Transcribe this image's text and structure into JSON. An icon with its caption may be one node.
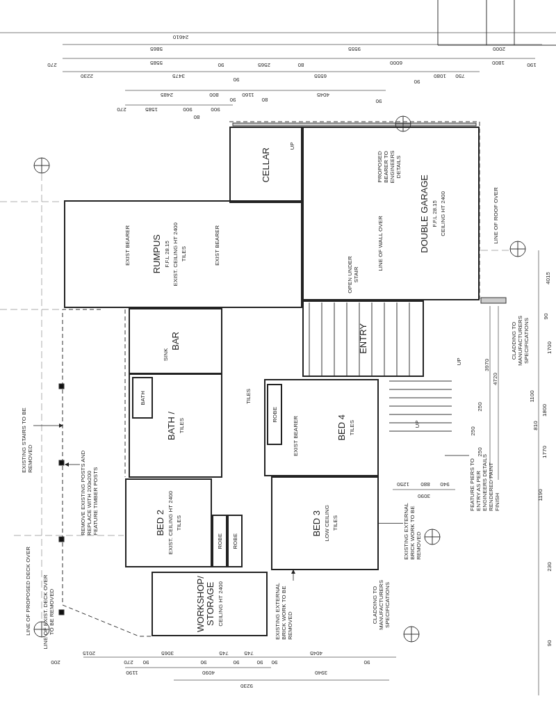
{
  "diagram": {
    "nodes": [
      {
        "text": [
          "CELLAR"
        ]
      },
      {
        "text": [
          "DOUBLE GARAGE",
          "F.F.L 28.15",
          "CEILING HT 2400"
        ]
      },
      {
        "text": [
          "RUMPUS",
          "F.F.L 28.15",
          "EXIST. CEILING HT 2400",
          "TILES"
        ]
      },
      {
        "text": [
          "BAR"
        ]
      },
      {
        "text": [
          "ENTRY"
        ]
      },
      {
        "text": [
          "BED 4",
          "TILES"
        ]
      },
      {
        "text": [
          "ROBE"
        ],
        "in": 5
      },
      {
        "text": [
          "BATH /",
          "TILES"
        ]
      },
      {
        "text": [
          "BATH"
        ],
        "in": 7
      },
      {
        "text": [
          "BED 3",
          "LOW CEILING",
          "TILES"
        ]
      },
      {
        "text": [
          "BED 2",
          "EXIST. CEILING HT 2400",
          "TILES"
        ]
      },
      {
        "text": [
          "ROBE"
        ]
      },
      {
        "text": [
          "ROBE"
        ]
      },
      {
        "text": [
          "WORKSHOP/ STORAGE",
          "CEILING HT 2400"
        ]
      },
      {
        "text": [
          "EXISTING STAIRS TO BE REMOVED"
        ]
      },
      {
        "text": [
          "REMOVE EXISTING POSTS AND REPLACE WITH 200x200 FEATURE TIMBER POSTS"
        ]
      },
      {
        "text": [
          "EXISTING EXTERNAL BRICK WORK TO BE REMOVED"
        ]
      },
      {
        "text": [
          "EXISTING EXTERNAL BRICK WORK TO BE REMOVED"
        ]
      },
      {
        "text": [
          "FEATURE PIERS TO ENTRY AS PER ENGINEERS DETAILS RENDERED PAINT FINISH"
        ]
      }
    ],
    "edges": [
      {
        "from": 14,
        "to": null,
        "arrow": "to"
      },
      {
        "from": 15,
        "to": null,
        "arrow": "to"
      },
      {
        "from": 16,
        "to": 9,
        "arrow": "to"
      },
      {
        "from": 17,
        "to": 9,
        "arrow": "none"
      },
      {
        "from": 18,
        "to": null,
        "arrow": "none"
      }
    ],
    "labels": [
      "24610",
      "5865",
      "9555",
      "2000",
      "270",
      "5585",
      "90",
      "2565",
      "80",
      "6000",
      "1800",
      "190",
      "2230",
      "3475",
      "90",
      "6555",
      "90",
      "1080",
      "750",
      "2485",
      "800",
      "1160",
      "4045",
      "270",
      "1585",
      "900",
      "900",
      "90",
      "80",
      "90",
      "80",
      "EXIST BEARER",
      "EXIST BEARER",
      "UP",
      "OPEN UNDER STAIR",
      "LINE OF WALL OVER",
      "PROPOSED BEARER TO ENGINEERS DETAILS",
      "LINE OF ROOF OVER",
      "SINK",
      "UP",
      "CLADDING TO MANUFACTURERS SPECIFICATIONS",
      "TILES",
      "EXIST BEARER",
      "UP",
      "LINE OF PROPOSED DECK OVER",
      "LINE OF EXIST. DECK OVER TO BE REMOVED",
      "CLADDING TO MANUFACTURERS SPECIFICATIONS",
      "4015",
      "90",
      "1700",
      "3970",
      "4720",
      "1100",
      "1800",
      "810",
      "250",
      "250",
      "250",
      "1770",
      "1190",
      "230",
      "90",
      "1250",
      "880",
      "940",
      "3090",
      "200",
      "2015",
      "270",
      "90",
      "3065",
      "90",
      "745",
      "90",
      "745",
      "90",
      "1190",
      "4090",
      "90",
      "4045",
      "90",
      "3940",
      "9230"
    ]
  }
}
